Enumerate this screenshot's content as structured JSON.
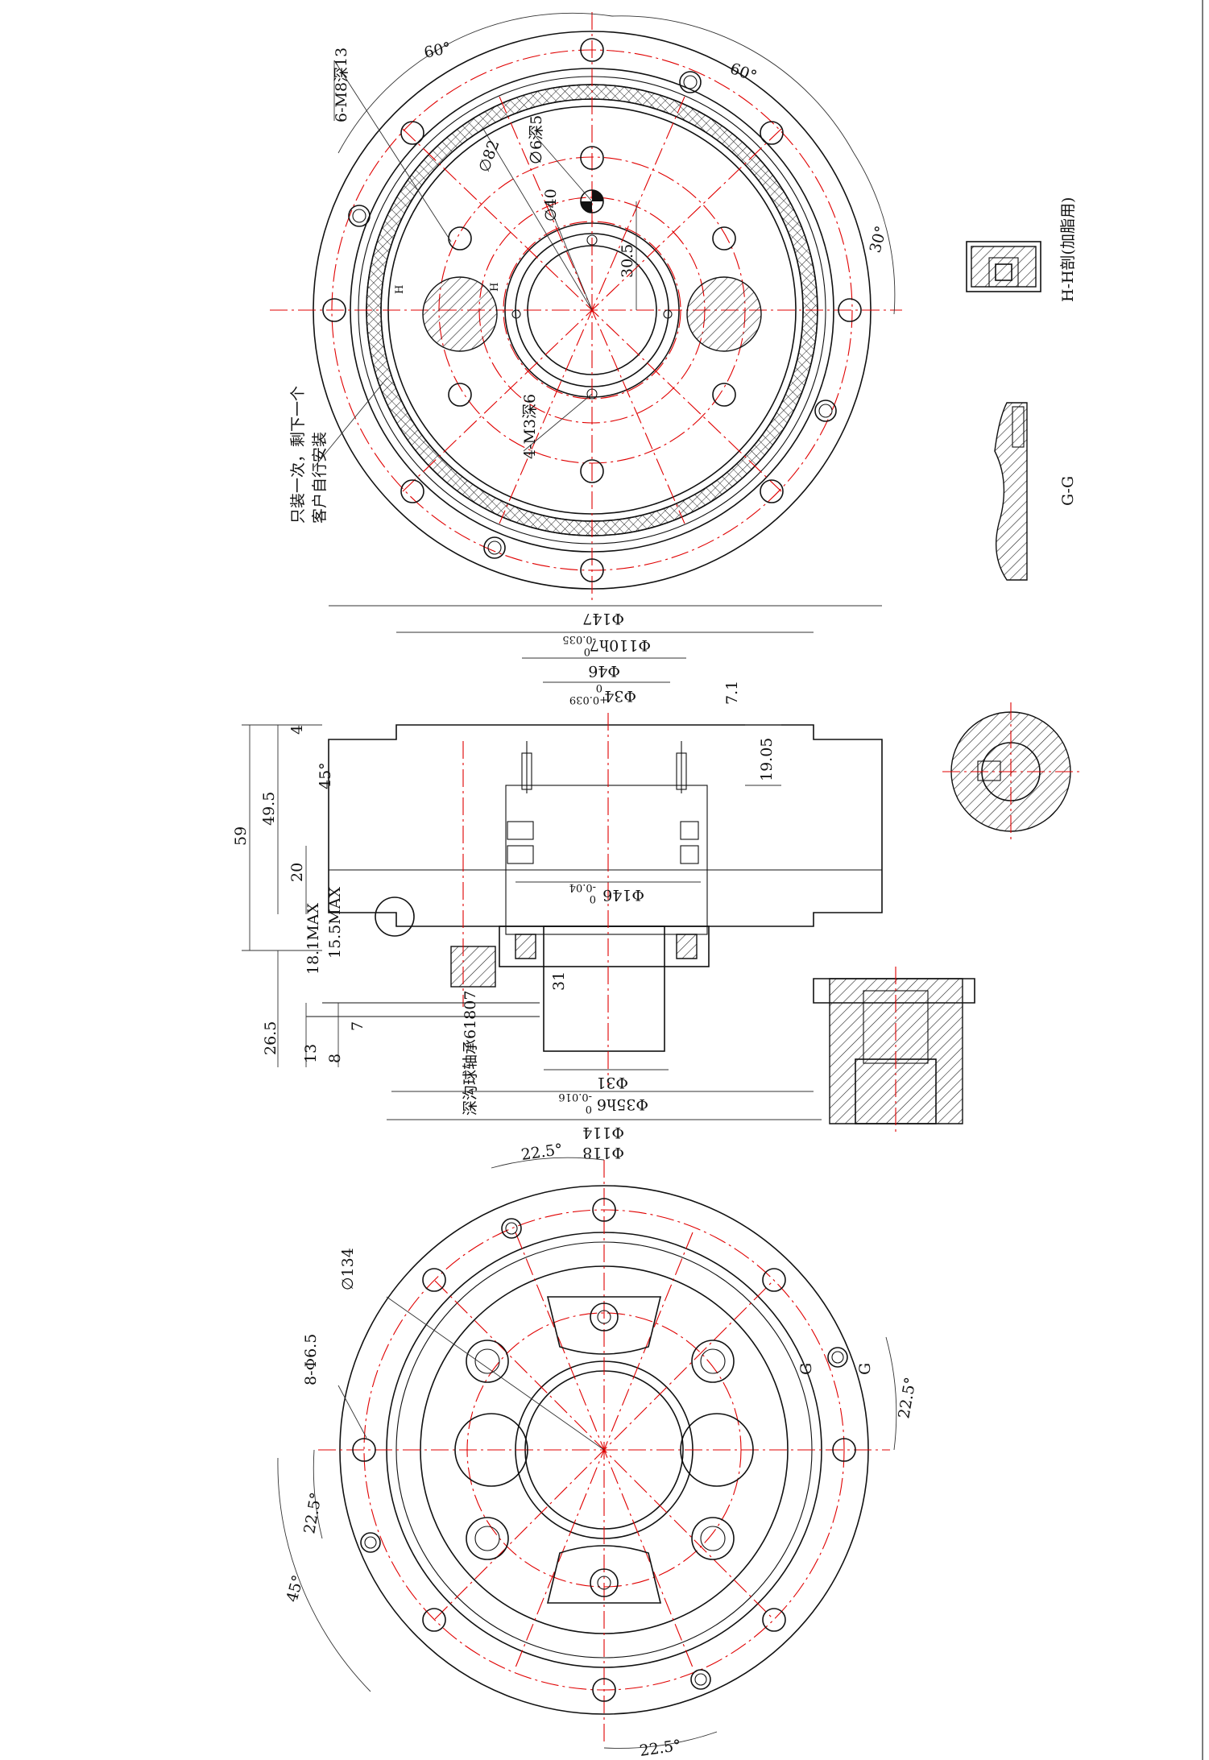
{
  "top_view": {
    "label_6m8": "6-M8深13",
    "angle_60_left": "60°",
    "angle_60_right": "60°",
    "angle_30": "30°",
    "d82": "∅82",
    "d6": "∅6深5",
    "d40": "∅40",
    "r30_5": "30.5",
    "m3": "4-M3深6",
    "h_left": "H",
    "h_right": "H",
    "note_line1": "只装一次，剩下一个",
    "note_line2": "客户自行安装"
  },
  "section_hh": {
    "caption": "H-H剖(加脂用)"
  },
  "section_gg": {
    "caption": "G-G"
  },
  "side_view": {
    "d147": "Φ147",
    "d110": "Φ110h7",
    "d110_tol_upper": "0",
    "d110_tol_lower": "-0.035",
    "d46": "Φ46",
    "d34": "Φ34",
    "d34_tol_upper": "+0.039",
    "d34_tol_lower": "0",
    "d146": "Φ146",
    "d146_tol_upper": "0",
    "d146_tol_lower": "-0.04",
    "d31": "Φ31",
    "d35": "Φ35h6",
    "d35_tol_upper": "0",
    "d35_tol_lower": "-0.016",
    "d114": "Φ114",
    "d118": "Φ118",
    "h59": "59",
    "h49_5": "49.5",
    "h4": "4",
    "h20": "20",
    "chamfer45": "45°",
    "h18_1": "18.1MAX",
    "h15_5": "15.5MAX",
    "h26_5": "26.5",
    "h13": "13",
    "h8": "8",
    "h7": "7",
    "h31": "31",
    "h7_1": "7.1",
    "h19_05": "19.05",
    "bearing": "深沟球轴承61807"
  },
  "bottom_view": {
    "angle_22_5_top": "22.5°",
    "angle_22_5_right": "22.5°",
    "angle_22_5_left": "22.5°",
    "angle_45": "45°",
    "angle_22_5_bottom": "22.5°",
    "d134": "∅134",
    "holes_8": "8-Φ6.5",
    "g_left": "G",
    "g_right": "G"
  }
}
